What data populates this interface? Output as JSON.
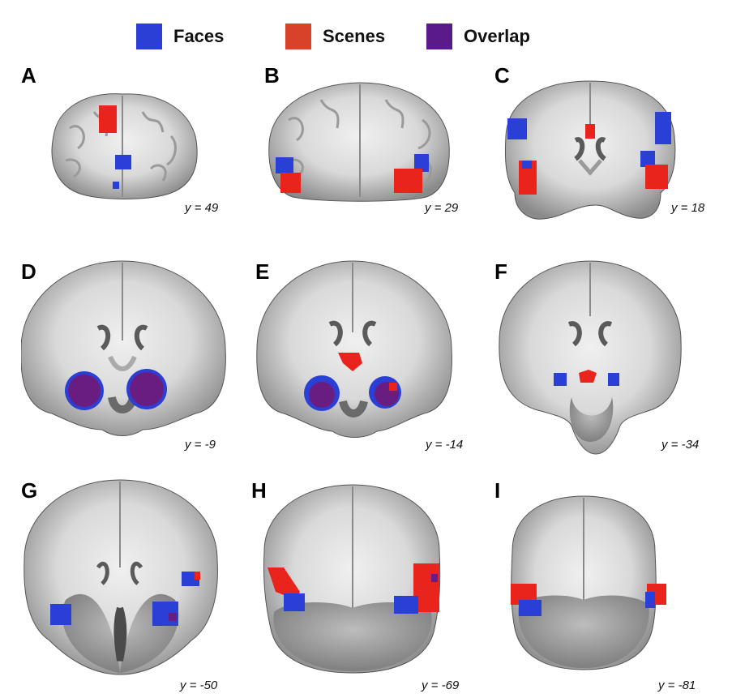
{
  "legend": [
    {
      "label": "Faces",
      "color": "#2a3fd6"
    },
    {
      "label": "Scenes",
      "color": "#d8412a"
    },
    {
      "label": "Overlap",
      "color": "#5a1a8a"
    }
  ],
  "colors": {
    "faces": "#2a3fd6",
    "scenes": "#e8241c",
    "overlap": "#6a1d80"
  },
  "panels": [
    {
      "letter": "A",
      "coord": "y = 49"
    },
    {
      "letter": "B",
      "coord": "y = 29"
    },
    {
      "letter": "C",
      "coord": "y = 18"
    },
    {
      "letter": "D",
      "coord": "y = -9"
    },
    {
      "letter": "E",
      "coord": "y = -14"
    },
    {
      "letter": "F",
      "coord": "y = -34"
    },
    {
      "letter": "G",
      "coord": "y = -50"
    },
    {
      "letter": "H",
      "coord": "y = -69"
    },
    {
      "letter": "I",
      "coord": "y = -81"
    }
  ]
}
